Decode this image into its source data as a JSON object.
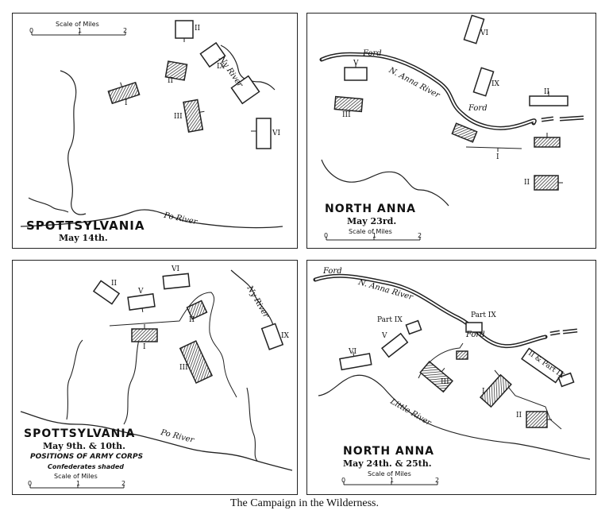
{
  "caption": "The Campaign in the Wilderness.",
  "scale": {
    "label": "Scale of Miles",
    "t0": "0",
    "t1": "1",
    "t2": "2"
  },
  "p1": {
    "title": "SPOTTSYLVANIA",
    "date": "May 14th.",
    "river_ny": "Ny River",
    "river_po": "Po River",
    "corps": [
      "II",
      "IX",
      "II",
      "I",
      "III",
      "VI"
    ]
  },
  "p2": {
    "title": "NORTH ANNA",
    "date": "May 23rd.",
    "ford1": "Ford",
    "ford2": "Ford",
    "river": "N. Anna River",
    "corps": [
      "VI",
      "V",
      "IX",
      "III",
      "II",
      "I",
      "II"
    ]
  },
  "p3": {
    "title": "SPOTTSYLVANIA",
    "date": "May 9th. & 10th.",
    "note1": "POSITIONS OF ARMY CORPS",
    "note2": "Confederates shaded",
    "river_ny": "Ny River",
    "river_po": "Po River",
    "corps": [
      "VI",
      "II",
      "V",
      "II",
      "I",
      "III",
      "IX"
    ]
  },
  "p4": {
    "title": "NORTH ANNA",
    "date": "May 24th. & 25th.",
    "ford1": "Ford",
    "ford2": "Ford",
    "river": "N. Anna River",
    "little_river": "Little River",
    "corps": [
      "Part IX",
      "Part IX",
      "V",
      "VI",
      "III",
      "I",
      "II & Part IX",
      "II"
    ]
  }
}
